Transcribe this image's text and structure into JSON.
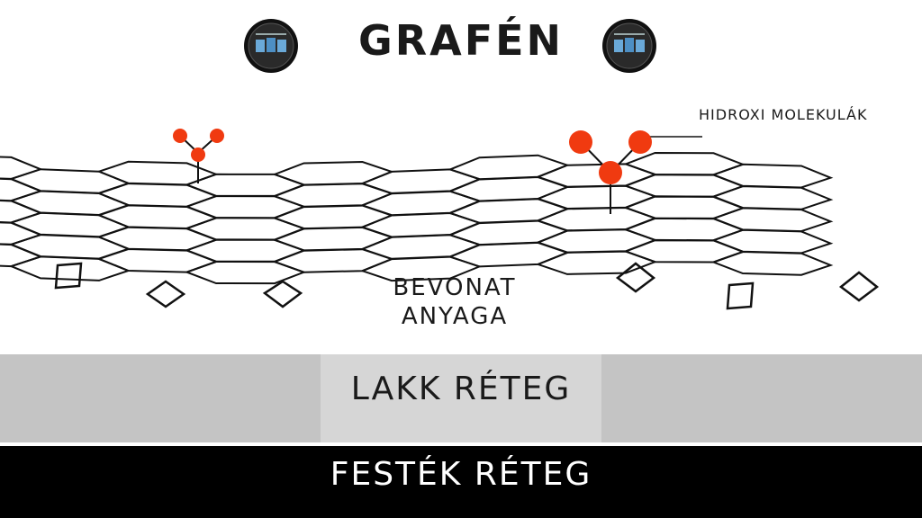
{
  "title": "GRAFÉN",
  "hydroxy_label": "HIDROXI MOLEKULÁK",
  "coating_label": {
    "line1": "BEVONAT",
    "line2": "ANYAGA"
  },
  "layers": {
    "lakk": "LAKK RÉTEG",
    "festek": "FESTÉK RÉTEG"
  },
  "colors": {
    "molecule": "#f03a10",
    "lakk_band": "#c4c4c4",
    "festek_band": "#000000"
  }
}
